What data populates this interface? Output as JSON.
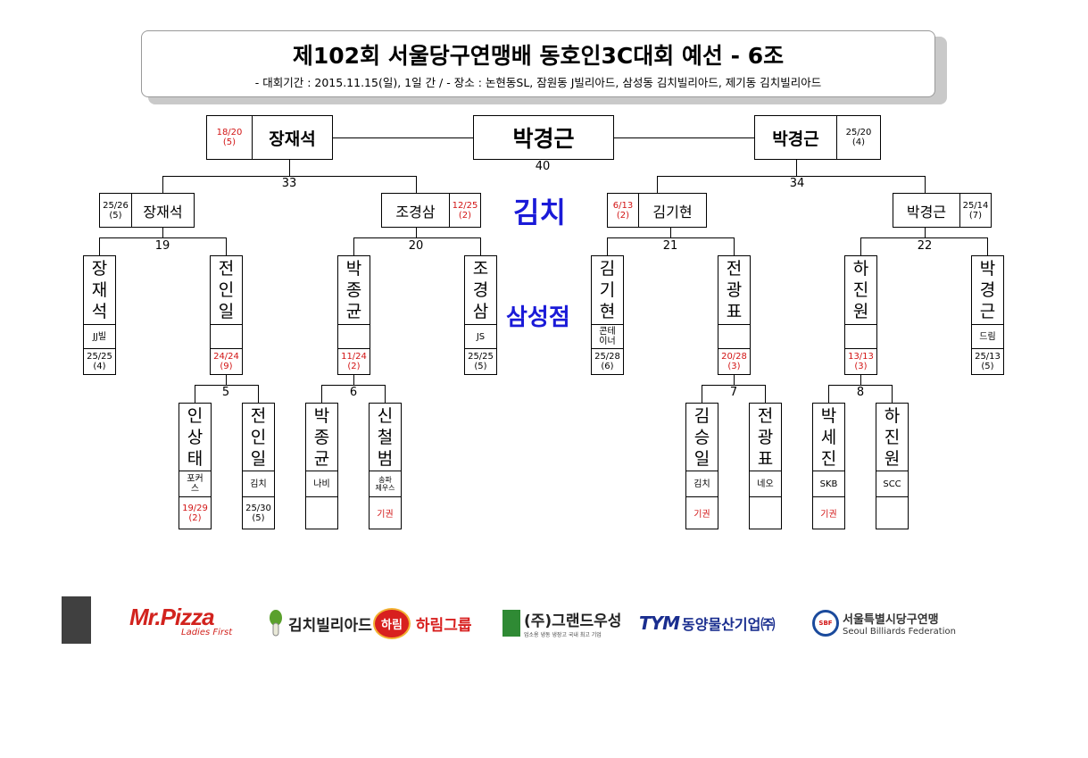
{
  "header": {
    "title": "제102회 서울당구연맹배 동호인3C대회 예선 - 6조",
    "subtitle": "- 대회기간 : 2015.11.15(일), 1일 간 / - 장소 : 논현동SL, 잠원동 J빌리아드, 삼성동 김치빌리아드, 제기동 김치빌리아드"
  },
  "venue": {
    "line1": "김치",
    "line2": "삼성점"
  },
  "final": {
    "winner": "박경근",
    "match_no": "40"
  },
  "semis": {
    "left": {
      "name": "장재석",
      "record": "18/20",
      "inn": "(5)"
    },
    "right": {
      "name": "박경근",
      "record": "25/20",
      "inn": "(4)"
    },
    "left_no": "33",
    "right_no": "34"
  },
  "quarters": {
    "q1": {
      "name": "장재석",
      "record": "25/26",
      "inn": "(5)"
    },
    "q2": {
      "name": "조경삼",
      "record": "12/25",
      "inn": "(2)"
    },
    "q3": {
      "name": "김기현",
      "record": "6/13",
      "inn": "(2)"
    },
    "q4": {
      "name": "박경근",
      "record": "25/14",
      "inn": "(7)"
    },
    "m19": "19",
    "m20": "20",
    "m21": "21",
    "m22": "22"
  },
  "r2": {
    "p1": {
      "name": "장재석",
      "club": "JJ빌",
      "record": "25/25",
      "inn": "(4)"
    },
    "p2": {
      "name": "전인일",
      "club": "",
      "record": "24/24",
      "inn": "(9)"
    },
    "p3": {
      "name": "박종균",
      "club": "",
      "record": "11/24",
      "inn": "(2)"
    },
    "p4": {
      "name": "조경삼",
      "club": "JS",
      "record": "25/25",
      "inn": "(5)"
    },
    "p5": {
      "name": "김기현",
      "club1": "콘테",
      "club2": "이너",
      "record": "25/28",
      "inn": "(6)"
    },
    "p6": {
      "name": "전광표",
      "club": "",
      "record": "20/28",
      "inn": "(3)"
    },
    "p7": {
      "name": "하진원",
      "club": "",
      "record": "13/13",
      "inn": "(3)"
    },
    "p8": {
      "name": "박경근",
      "club": "드림",
      "record": "25/13",
      "inn": "(5)"
    },
    "m5": "5",
    "m6": "6",
    "m7": "7",
    "m8": "8"
  },
  "r1": {
    "a1": {
      "name": "인상태",
      "club1": "포커",
      "club2": "스",
      "record": "19/29",
      "inn": "(2)"
    },
    "a2": {
      "name": "전인일",
      "club": "김치",
      "record": "25/30",
      "inn": "(5)"
    },
    "b1": {
      "name": "박종균",
      "club": "나비",
      "record": ""
    },
    "b2": {
      "name": "신철범",
      "club1": "송파",
      "club2": "제우스",
      "result": "기권"
    },
    "c1": {
      "name": "김승일",
      "club": "김치",
      "result": "기권"
    },
    "c2": {
      "name": "전광표",
      "club": "네오",
      "record": ""
    },
    "d1": {
      "name": "박세진",
      "club": "SKB",
      "result": "기권"
    },
    "d2": {
      "name": "하진원",
      "club": "SCC",
      "record": ""
    }
  },
  "sponsors": {
    "mrpizza": "Mr.Pizza",
    "mrpizza_sub": "Ladies First",
    "kimchi": "김치빌리아드",
    "harim_badge": "하림",
    "harim": "하림그룹",
    "grand": "(주)그랜드우성",
    "grand_sub": "업소용 냉동 냉장고 국내 최고 기업",
    "tym_mark": "TYM",
    "tym": "동양물산기업㈜",
    "sbf_mark": "SBF",
    "sbf": "서울특별시당구연맹",
    "sbf_en": "Seoul Billiards Federation"
  },
  "colors": {
    "record_red": "#d21414",
    "venue_blue": "#1a1ad8"
  }
}
